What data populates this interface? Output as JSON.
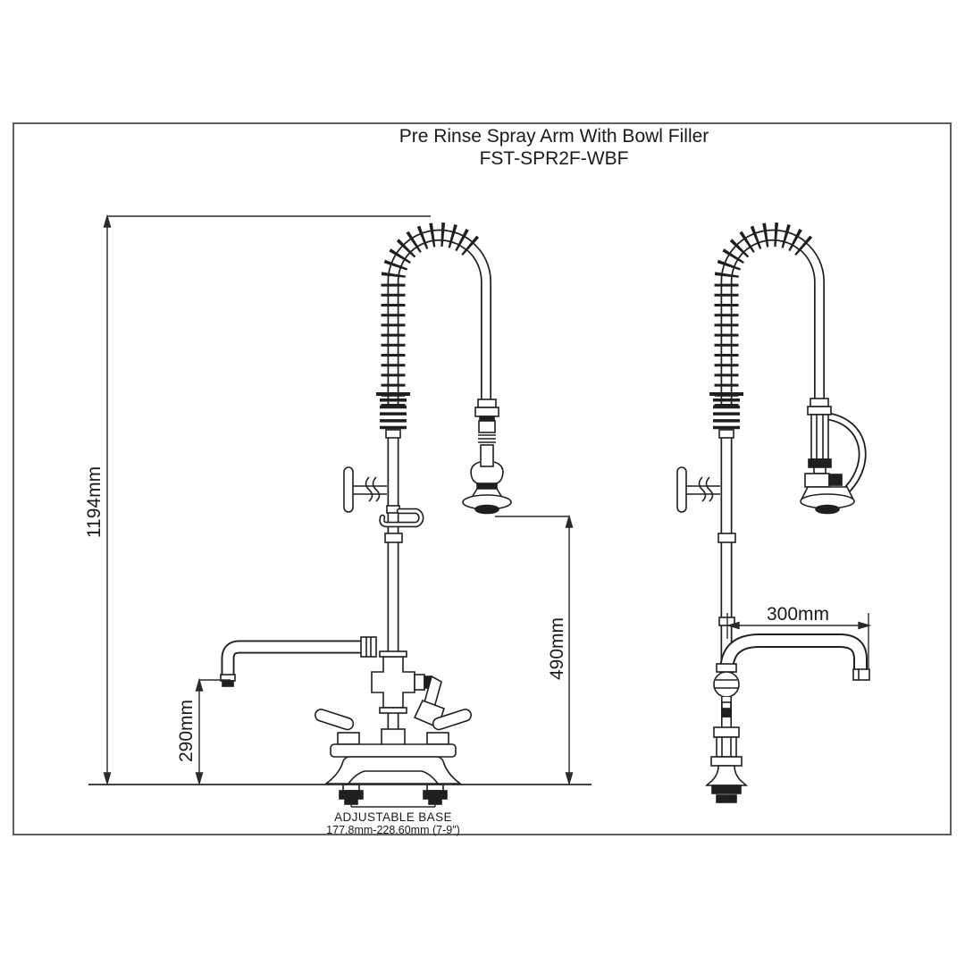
{
  "title": {
    "line1": "Pre Rinse Spray Arm With Bowl Filler",
    "line2": "FST-SPR2F-WBF"
  },
  "dimensions": {
    "overall_height": "1194mm",
    "spray_outlet_height": "490mm",
    "spout_height": "290mm",
    "spout_reach": "300mm",
    "base_label": "ADJUSTABLE BASE",
    "base_range": "177.8mm-228.60mm (7-9\")"
  },
  "colors": {
    "line": "#1f1f1f",
    "dimension_line": "#2a2a2a",
    "border": "#5f5f5f",
    "background": "#ffffff"
  }
}
